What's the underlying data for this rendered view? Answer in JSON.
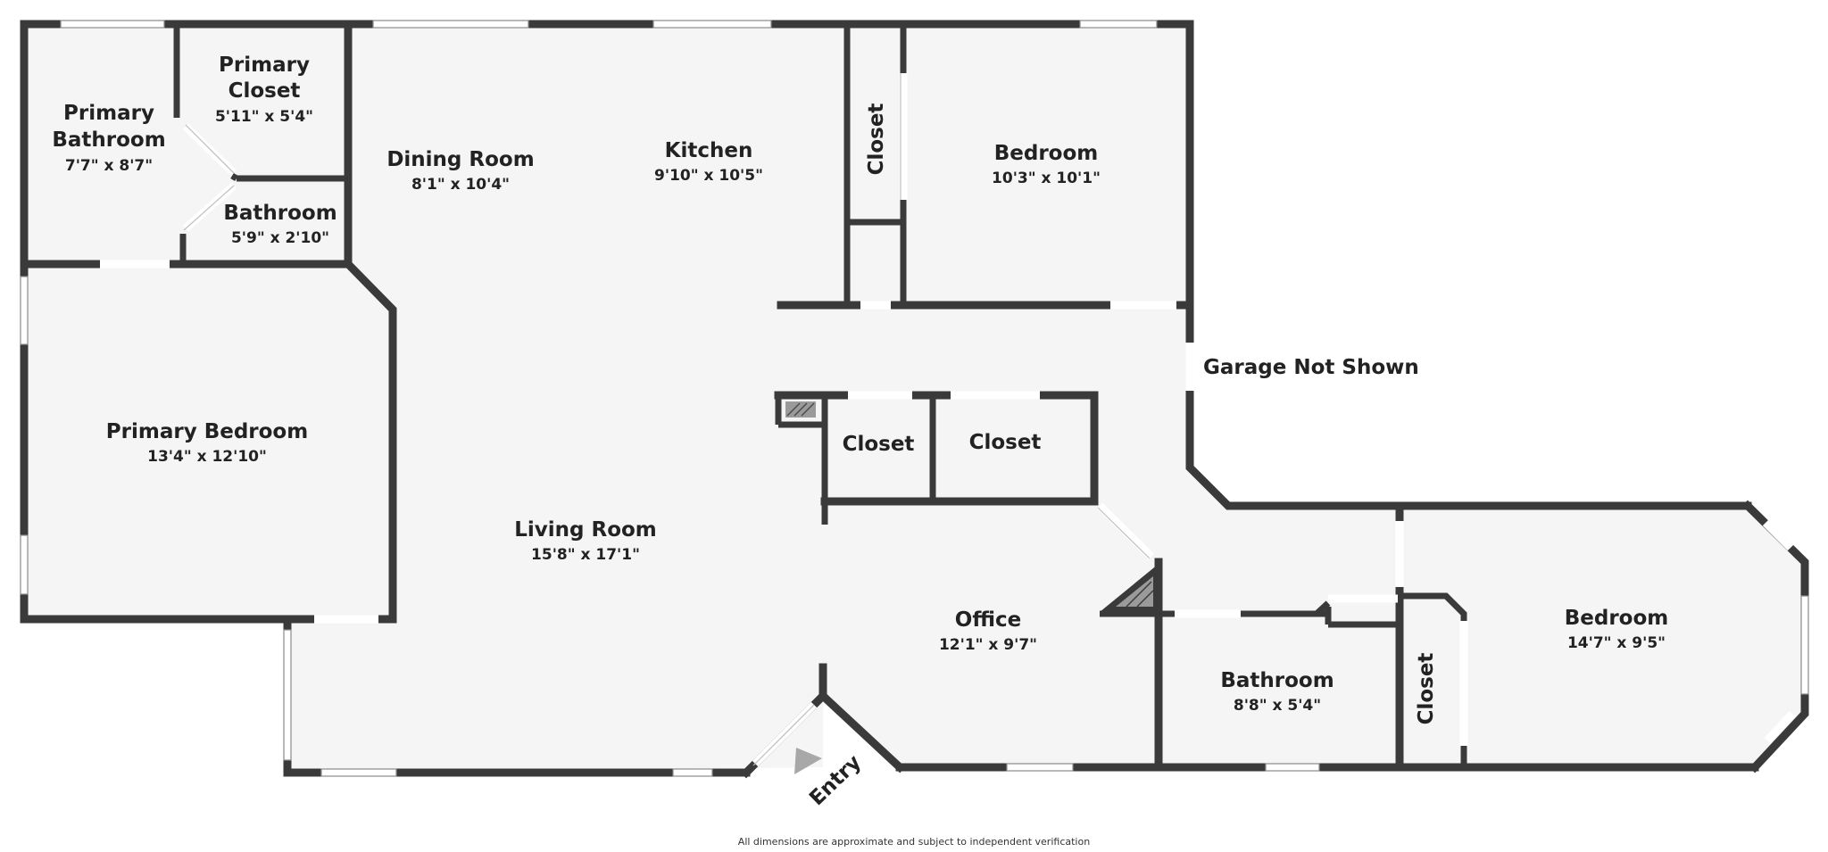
{
  "rooms": {
    "primary_bathroom": {
      "name_line1": "Primary",
      "name_line2": "Bathroom",
      "dims": "7'7\" x 8'7\""
    },
    "primary_closet": {
      "name_line1": "Primary",
      "name_line2": "Closet",
      "dims": "5'11\" x 5'4\""
    },
    "bathroom_small": {
      "name": "Bathroom",
      "dims": "5'9\" x 2'10\""
    },
    "dining_room": {
      "name": "Dining Room",
      "dims": "8'1\" x 10'4\""
    },
    "kitchen": {
      "name": "Kitchen",
      "dims": "9'10\" x 10'5\""
    },
    "closet_vertical_top": {
      "name": "Closet"
    },
    "bedroom_top": {
      "name": "Bedroom",
      "dims": "10'3\" x 10'1\""
    },
    "primary_bedroom": {
      "name": "Primary Bedroom",
      "dims": "13'4\" x 12'10\""
    },
    "closet_center_left": {
      "name": "Closet"
    },
    "closet_center_right": {
      "name": "Closet"
    },
    "living_room": {
      "name": "Living Room",
      "dims": "15'8\" x 17'1\""
    },
    "office": {
      "name": "Office",
      "dims": "12'1\" x 9'7\""
    },
    "bathroom_bottom": {
      "name": "Bathroom",
      "dims": "8'8\" x 5'4\""
    },
    "closet_vertical_bottom": {
      "name": "Closet"
    },
    "bedroom_right": {
      "name": "Bedroom",
      "dims": "14'7\" x 9'5\""
    }
  },
  "labels": {
    "garage": "Garage Not Shown",
    "entry": "Entry",
    "disclaimer": "All dimensions are approximate and subject to independent verification"
  },
  "colors": {
    "wall": "#3a3a3a",
    "floor": "#f5f5f5",
    "entry_arrow": "#a8a8a8"
  }
}
